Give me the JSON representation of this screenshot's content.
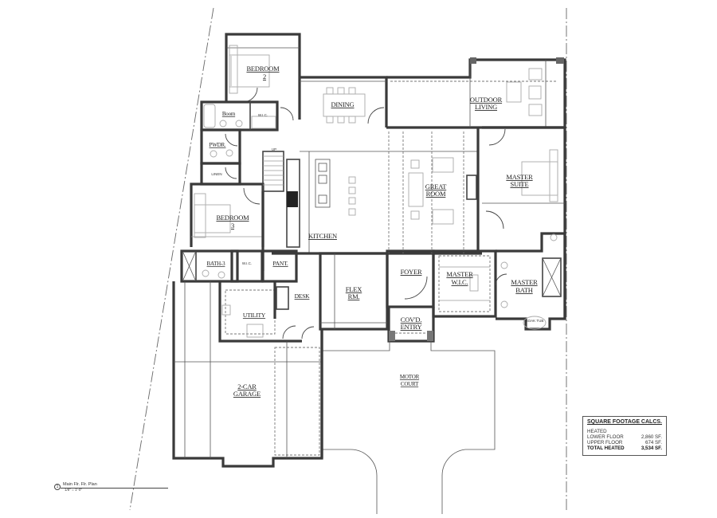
{
  "plan": {
    "title": "Main Flr. Flr. Plan",
    "scale": "1/8\" = 1'-0\"",
    "detail_number": "1"
  },
  "rooms": {
    "bedroom2": {
      "line1": "BEDROOM",
      "line2": "2"
    },
    "boom": "Boom",
    "wic_small": "W.I.C.",
    "pwdr": "PWDR.",
    "linen": "LINEN",
    "bedroom3": {
      "line1": "BEDROOM",
      "line2": "3"
    },
    "bath3": "BATH-3",
    "wic_bath3": "W.I.C.",
    "dining": "DINING",
    "outdoor_living": {
      "line1": "OUTDOOR",
      "line2": "LIVING"
    },
    "great_room": {
      "line1": "GREAT",
      "line2": "ROOM"
    },
    "kitchen": "KITCHEN",
    "master_suite": {
      "line1": "MASTER",
      "line2": "SUITE"
    },
    "pantry": "PANT.",
    "desk": "DESK",
    "utility": "UTILITY",
    "flex": {
      "line1": "FLEX",
      "line2": "RM."
    },
    "foyer": "FOYER",
    "covd_entry": {
      "line1": "COV'D.",
      "line2": "ENTRY"
    },
    "master_wic": {
      "line1": "MASTER",
      "line2": "W.I.C."
    },
    "master_bath": {
      "line1": "MASTER",
      "line2": "BATH"
    },
    "garage": {
      "line1": "2-CAR",
      "line2": "GARAGE"
    },
    "motor_court": {
      "line1": "MOTOR",
      "line2": "COURT"
    },
    "tub": "SOAK TUB",
    "stair_up": "UP"
  },
  "square_footage": {
    "title": "SQUARE FOOTAGE CALCS.",
    "heated_label": "HEATED",
    "rows": [
      {
        "label": "LOWER FLOOR",
        "value": "2,860 SF."
      },
      {
        "label": "UPPER FLOOR",
        "value": "674 SF."
      }
    ],
    "total": {
      "label": "TOTAL HEATED",
      "value": "3,534 SF."
    }
  }
}
